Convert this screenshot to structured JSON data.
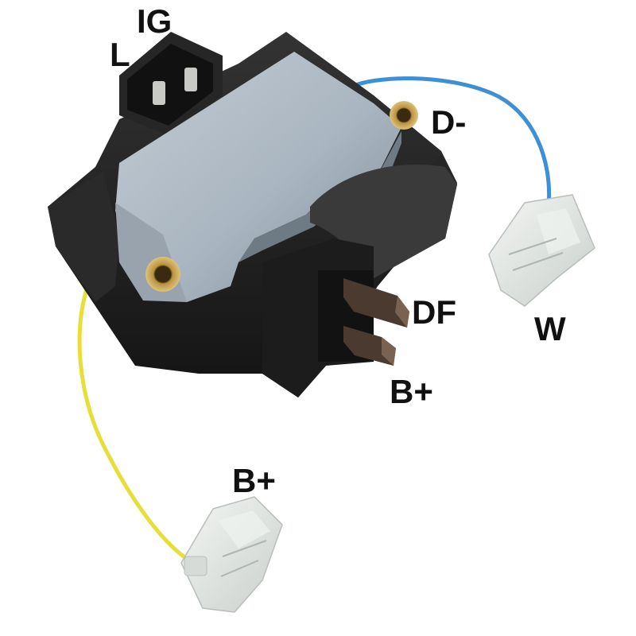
{
  "image": {
    "subject": "voltage-regulator-photo",
    "background": "#ffffff"
  },
  "colors": {
    "housing": "#1f1f1f",
    "housing_shade": "#2c2c2c",
    "metal_cover": "#a9b5c0",
    "blue_wire": "#3d8fd6",
    "yellow_wire": "#e6df3a",
    "connector": "#dfe3e0",
    "brush": "#4a3a30",
    "brass": "#c8a45a"
  },
  "labels": {
    "ig": "IG",
    "l": "L",
    "d_minus": "D-",
    "df": "DF",
    "b_plus_right": "B+",
    "w": "W",
    "b_plus_bottom": "B+"
  }
}
